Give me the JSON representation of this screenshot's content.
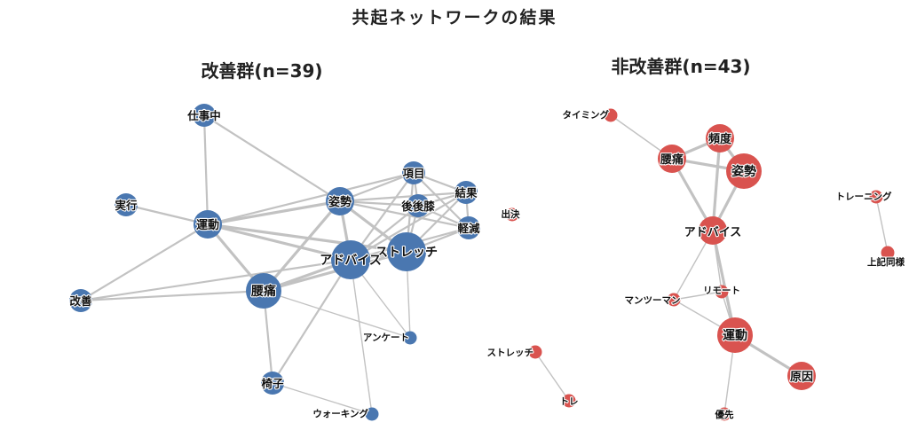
{
  "title": "共起ネットワークの結果",
  "colors": {
    "improved": "#4a77b0",
    "not_improved": "#d9534f",
    "edge": "#c2c2c2"
  },
  "panels": [
    {
      "id": "improved",
      "title": "改善群(n=39)",
      "color": "#4a77b0",
      "nodes": [
        {
          "id": "shigoto",
          "label": "仕事中",
          "weight": 2
        },
        {
          "id": "jikko",
          "label": "実行",
          "weight": 2
        },
        {
          "id": "undo",
          "label": "運動",
          "weight": 3
        },
        {
          "id": "kaizen",
          "label": "改善",
          "weight": 2
        },
        {
          "id": "shisei",
          "label": "姿勢",
          "weight": 3
        },
        {
          "id": "komoku",
          "label": "項目",
          "weight": 2
        },
        {
          "id": "kekka",
          "label": "結果",
          "weight": 2
        },
        {
          "id": "kogo",
          "label": "後後膝",
          "weight": 2
        },
        {
          "id": "keigen",
          "label": "軽減",
          "weight": 2
        },
        {
          "id": "stretch",
          "label": "ストレッチ",
          "weight": 5
        },
        {
          "id": "advice",
          "label": "アドバイス",
          "weight": 5
        },
        {
          "id": "yotsu",
          "label": "腰痛",
          "weight": 4
        },
        {
          "id": "enquete",
          "label": "アンケート",
          "weight": 1
        },
        {
          "id": "isu",
          "label": "椅子",
          "weight": 2
        },
        {
          "id": "walking",
          "label": "ウォーキング",
          "weight": 1
        }
      ],
      "edges": [
        [
          "shigoto",
          "undo"
        ],
        [
          "shigoto",
          "shisei"
        ],
        [
          "jikko",
          "undo"
        ],
        [
          "undo",
          "kaizen"
        ],
        [
          "undo",
          "yotsu"
        ],
        [
          "undo",
          "shisei"
        ],
        [
          "undo",
          "advice"
        ],
        [
          "undo",
          "stretch"
        ],
        [
          "undo",
          "komoku"
        ],
        [
          "kaizen",
          "yotsu"
        ],
        [
          "kaizen",
          "advice"
        ],
        [
          "shisei",
          "komoku"
        ],
        [
          "shisei",
          "kogo"
        ],
        [
          "shisei",
          "kekka"
        ],
        [
          "shisei",
          "keigen"
        ],
        [
          "shisei",
          "advice"
        ],
        [
          "shisei",
          "stretch"
        ],
        [
          "shisei",
          "yotsu"
        ],
        [
          "komoku",
          "kekka"
        ],
        [
          "komoku",
          "kogo"
        ],
        [
          "komoku",
          "keigen"
        ],
        [
          "komoku",
          "advice"
        ],
        [
          "komoku",
          "stretch"
        ],
        [
          "kekka",
          "kogo"
        ],
        [
          "kekka",
          "keigen"
        ],
        [
          "kekka",
          "advice"
        ],
        [
          "kekka",
          "stretch"
        ],
        [
          "kogo",
          "stretch"
        ],
        [
          "kogo",
          "advice"
        ],
        [
          "kogo",
          "keigen"
        ],
        [
          "keigen",
          "stretch"
        ],
        [
          "keigen",
          "advice"
        ],
        [
          "stretch",
          "advice"
        ],
        [
          "stretch",
          "yotsu"
        ],
        [
          "stretch",
          "enquete"
        ],
        [
          "advice",
          "yotsu"
        ],
        [
          "advice",
          "enquete"
        ],
        [
          "advice",
          "isu"
        ],
        [
          "advice",
          "walking"
        ],
        [
          "yotsu",
          "enquete"
        ],
        [
          "yotsu",
          "isu"
        ],
        [
          "isu",
          "walking"
        ]
      ]
    },
    {
      "id": "not_improved",
      "title": "非改善群(n=43)",
      "color": "#d9534f",
      "nodes": [
        {
          "id": "timing",
          "label": "タイミング",
          "weight": 1
        },
        {
          "id": "hindo",
          "label": "頻度",
          "weight": 3
        },
        {
          "id": "yotsu",
          "label": "腰痛",
          "weight": 3
        },
        {
          "id": "shisei",
          "label": "姿勢",
          "weight": 4
        },
        {
          "id": "advice",
          "label": "アドバイス",
          "weight": 3
        },
        {
          "id": "shukketsu",
          "label": "出決",
          "weight": 1
        },
        {
          "id": "training",
          "label": "トレーニング",
          "weight": 1
        },
        {
          "id": "joki",
          "label": "上記同様",
          "weight": 1
        },
        {
          "id": "manzu",
          "label": "マンツーマン",
          "weight": 1
        },
        {
          "id": "remote",
          "label": "リモート",
          "weight": 1
        },
        {
          "id": "undo",
          "label": "運動",
          "weight": 4
        },
        {
          "id": "genin",
          "label": "原因",
          "weight": 3
        },
        {
          "id": "yusen",
          "label": "優先",
          "weight": 1
        },
        {
          "id": "stretch",
          "label": "ストレッチ",
          "weight": 1
        },
        {
          "id": "tore",
          "label": "トレ",
          "weight": 1
        }
      ],
      "edges": [
        [
          "timing",
          "yotsu"
        ],
        [
          "yotsu",
          "hindo"
        ],
        [
          "yotsu",
          "shisei"
        ],
        [
          "hindo",
          "shisei"
        ],
        [
          "yotsu",
          "advice"
        ],
        [
          "hindo",
          "advice"
        ],
        [
          "shisei",
          "advice"
        ],
        [
          "advice",
          "manzu"
        ],
        [
          "advice",
          "remote"
        ],
        [
          "advice",
          "undo"
        ],
        [
          "manzu",
          "remote"
        ],
        [
          "manzu",
          "undo"
        ],
        [
          "remote",
          "undo"
        ],
        [
          "undo",
          "genin"
        ],
        [
          "undo",
          "yusen"
        ],
        [
          "training",
          "joki"
        ],
        [
          "stretch",
          "tore"
        ]
      ]
    }
  ]
}
